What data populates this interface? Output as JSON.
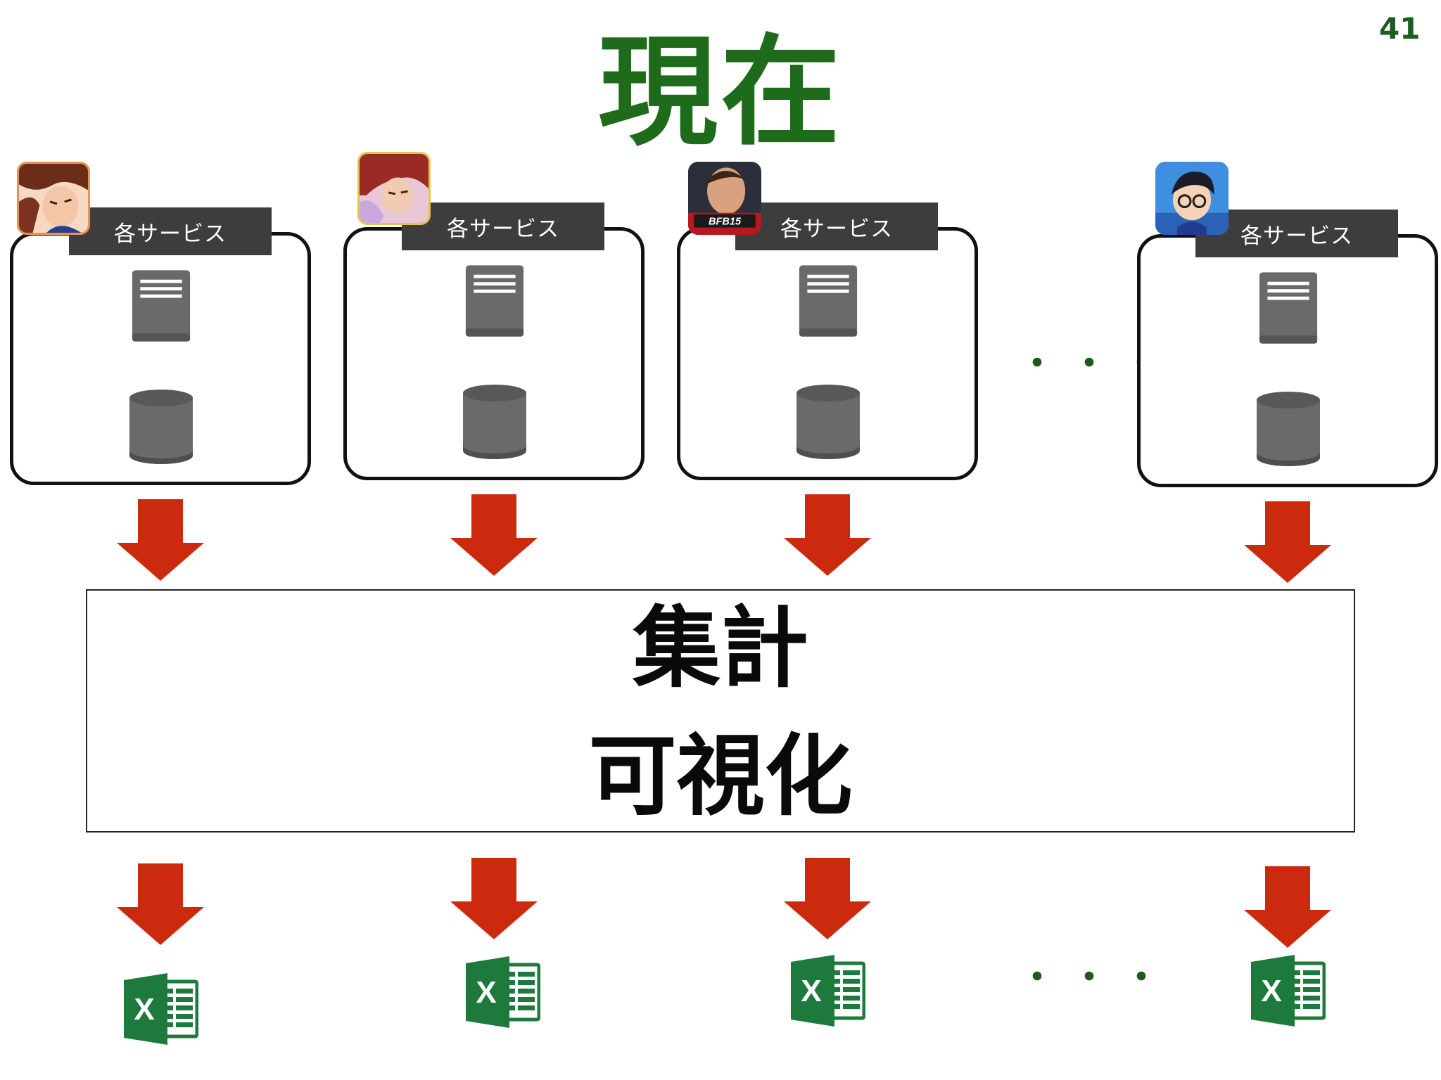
{
  "slide": {
    "page_number": "41",
    "title": "現在",
    "title_color": "#1f6b1c"
  },
  "services": [
    {
      "label": "各サービス",
      "icon": "anime-character-icon"
    },
    {
      "label": "各サービス",
      "icon": "anime-character-icon"
    },
    {
      "label": "各サービス",
      "icon": "soccer-game-icon"
    },
    {
      "label": "各サービス",
      "icon": "detective-character-icon"
    }
  ],
  "ellipsis": "・・・",
  "aggregation": {
    "line1": "集計",
    "line2": "可視化"
  },
  "outputs": [
    {
      "icon": "excel-icon"
    },
    {
      "icon": "excel-icon"
    },
    {
      "icon": "excel-icon"
    },
    {
      "icon": "excel-icon"
    }
  ],
  "colors": {
    "arrow": "#cc2a0f",
    "server": "#666666",
    "excel": "#1e7a3c",
    "label_bg": "#3d3d3d"
  }
}
